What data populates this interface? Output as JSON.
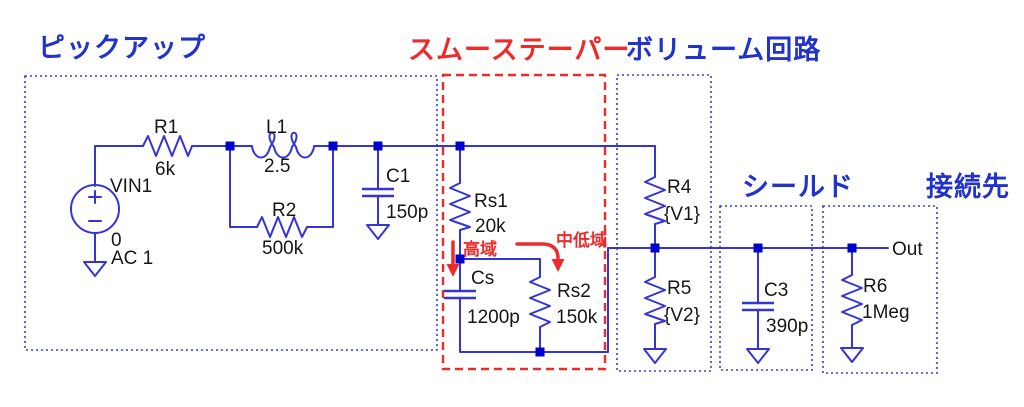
{
  "sections": {
    "pickup": {
      "label": "ピックアップ"
    },
    "smooth_taper": {
      "label": "スムーステーパー"
    },
    "volume": {
      "label": "ボリューム回路"
    },
    "shield": {
      "label": "シールド"
    },
    "destination": {
      "label": "接続先"
    }
  },
  "components": {
    "vin1": {
      "name": "VIN1",
      "value": "0",
      "value2": "AC 1"
    },
    "r1": {
      "name": "R1",
      "value": "6k"
    },
    "l1": {
      "name": "L1",
      "value": "2.5"
    },
    "r2": {
      "name": "R2",
      "value": "500k"
    },
    "c1": {
      "name": "C1",
      "value": "150p"
    },
    "rs1": {
      "name": "Rs1",
      "value": "20k"
    },
    "cs": {
      "name": "Cs",
      "value": "1200p"
    },
    "rs2": {
      "name": "Rs2",
      "value": "150k"
    },
    "r4": {
      "name": "R4",
      "value": "{V1}"
    },
    "r5": {
      "name": "R5",
      "value": "{V2}"
    },
    "c3": {
      "name": "C3",
      "value": "390p"
    },
    "r6": {
      "name": "R6",
      "value": "1Meg"
    }
  },
  "annotations": {
    "high_band": "高域",
    "mid_low_band": "中低域",
    "out": "Out"
  },
  "colors": {
    "wire": "#3535d6",
    "junction": "#0000cc",
    "text": "#161616",
    "title_blue": "#2233cc",
    "accent_red": "#ee2b2b"
  }
}
